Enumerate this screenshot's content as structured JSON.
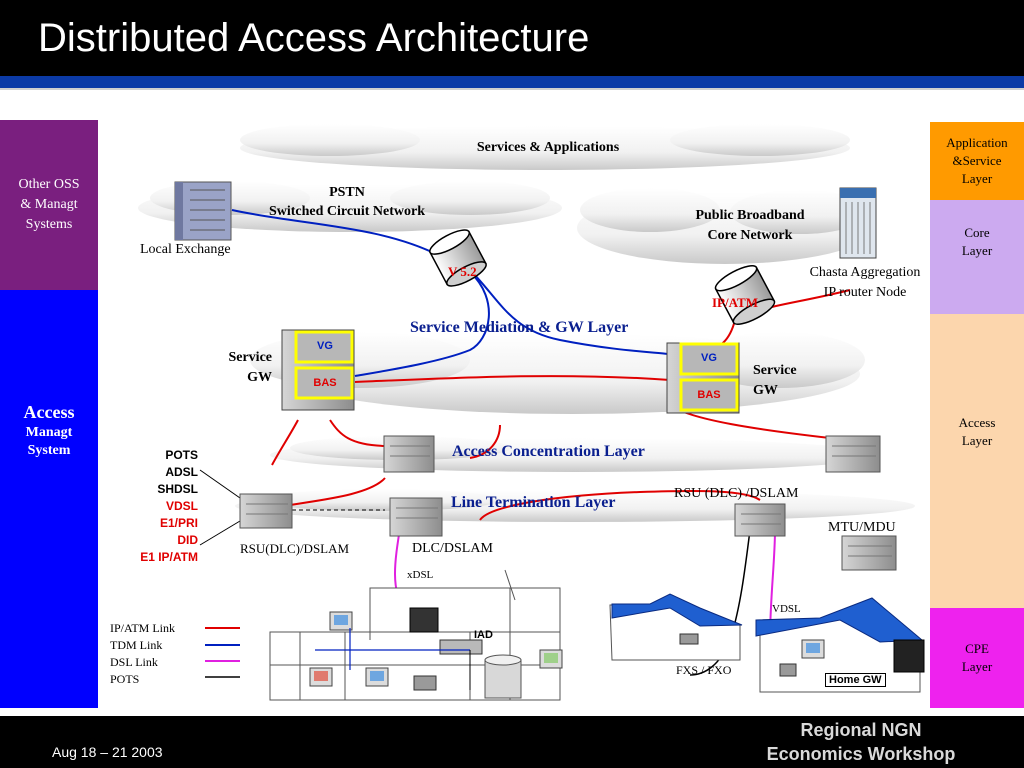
{
  "slide": {
    "title": "Distributed Access Architecture",
    "date": "Aug 18 – 21 2003",
    "workshop_line1": "Regional NGN",
    "workshop_line2": "Economics Workshop"
  },
  "left_panel": {
    "oss": {
      "line1": "Other OSS",
      "line2": "& Managt",
      "line3": "Systems"
    },
    "access_mgmt": {
      "line1": "Access",
      "line2": "Managt",
      "line3": "System"
    }
  },
  "right_panel": {
    "application": {
      "line1": "Application",
      "line2": "&Service",
      "line3": "Layer"
    },
    "core": {
      "line1": "Core",
      "line2": "Layer"
    },
    "access": {
      "line1": "Access",
      "line2": "Layer"
    },
    "cpe": {
      "line1": "CPE",
      "line2": "Layer"
    }
  },
  "diagram": {
    "clouds": {
      "services": "Services & Applications",
      "pstn_line1": "PSTN",
      "pstn_line2": "Switched Circuit Network",
      "broadband_line1": "Public Broadband",
      "broadband_line2": "Core Network",
      "mediation": "Service Mediation & GW Layer",
      "concentration": "Access Concentration Layer",
      "termination": "Line Termination Layer"
    },
    "labels": {
      "local_exchange": "Local Exchange",
      "chasta_line1": "Chasta Aggregation",
      "chasta_line2": "IP router Node",
      "v52": "V 5.2",
      "ipatm": "IP/ATM",
      "service_gw_left_line1": "Service",
      "service_gw_left_line2": "GW",
      "service_gw_right_line1": "Service",
      "service_gw_right_line2": "GW",
      "vg": "VG",
      "bas": "BAS",
      "rsu_dlc_dslam_top": "RSU (DLC) /DSLAM",
      "mtu_mdu": "MTU/MDU",
      "rsu_dlc_dslam_left": "RSU(DLC)/DSLAM",
      "dlc_dslam": "DLC/DSLAM",
      "xdsl": "xDSL",
      "iad": "IAD",
      "vdsl": "VDSL",
      "fxs_fxo": "FXS / FXO",
      "home_gw": "Home GW"
    },
    "services_list": [
      {
        "text": "POTS",
        "color": "#000000"
      },
      {
        "text": "ADSL",
        "color": "#000000"
      },
      {
        "text": "SHDSL",
        "color": "#000000"
      },
      {
        "text": "VDSL",
        "color": "#e00000"
      },
      {
        "text": "E1/PRI",
        "color": "#e00000"
      },
      {
        "text": "DID",
        "color": "#e00000"
      },
      {
        "text": "E1 IP/ATM",
        "color": "#e00000"
      }
    ],
    "legend": [
      {
        "label": "IP/ATM Link",
        "color": "#e00000"
      },
      {
        "label": "TDM Link",
        "color": "#0020c0"
      },
      {
        "label": "DSL Link",
        "color": "#e020e0"
      },
      {
        "label": "POTS",
        "color": "#000000"
      }
    ]
  },
  "colors": {
    "title_bg": "#000000",
    "title_rule": "#0b3aa6",
    "oss_panel": "#7a1f7f",
    "access_mgmt_panel": "#0000ff",
    "application_layer": "#ff9a00",
    "core_layer": "#ccaaf0",
    "access_layer": "#fcd6ad",
    "cpe_layer": "#ee22ee",
    "ipatm_link": "#e00000",
    "tdm_link": "#0020c0",
    "dsl_link": "#e020e0",
    "gw_highlight": "#ffff00"
  },
  "icons": [
    "cloud",
    "switch-rack",
    "router-node",
    "ipatm-cylinder",
    "v52-cylinder",
    "dslam-rack",
    "building",
    "house",
    "pc",
    "phone",
    "fax"
  ]
}
